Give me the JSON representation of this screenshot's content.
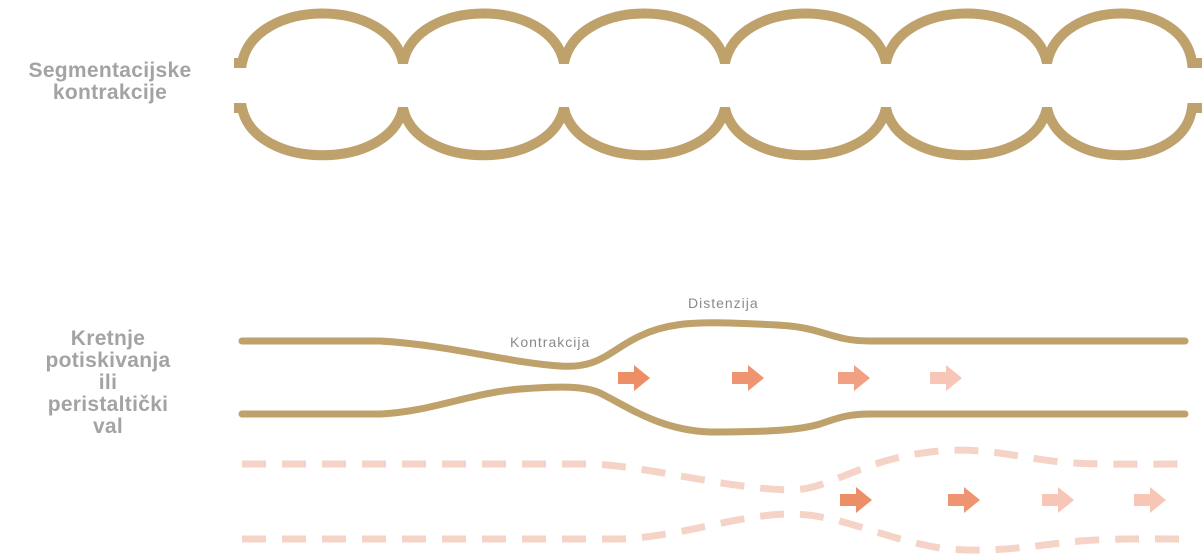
{
  "labels": {
    "segmentation": [
      "Segmentacijske",
      "kontrakcije"
    ],
    "peristalsis": [
      "Kretnje",
      "potiskivanja",
      "ili",
      "peristaltički",
      "val"
    ]
  },
  "annotations": {
    "contraction": "Kontrakcija",
    "distension": "Distenzija"
  },
  "colors": {
    "tube": "#bfa16b",
    "dashed_tube": "#f5d3c6",
    "label_text": "#a3a3a3",
    "annotation_text": "#8a8a8a",
    "arrows": [
      "#ec8f66",
      "#ee9470",
      "#f0a083",
      "#f8c6b6"
    ]
  },
  "icons": {
    "arrow": "right-arrow-icon"
  }
}
